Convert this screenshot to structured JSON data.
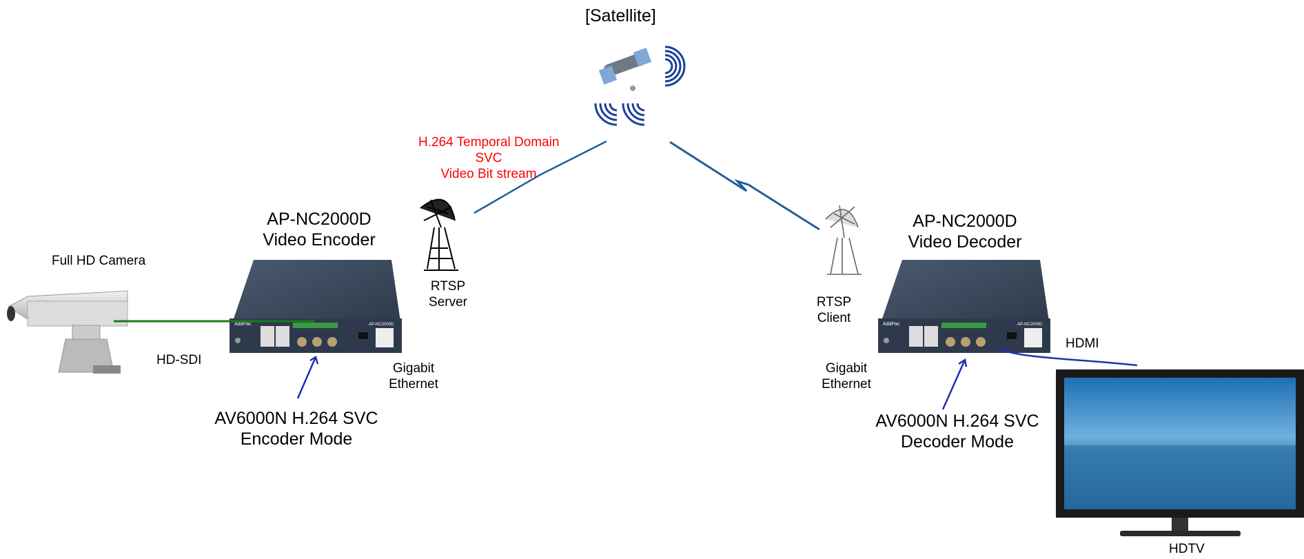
{
  "satellite": {
    "label": "[Satellite]"
  },
  "stream_label": {
    "line1": "H.264 Temporal Domain",
    "line2": "SVC",
    "line3": "Video Bit stream"
  },
  "encoder": {
    "model": "AP-NC2000D",
    "role": "Video Encoder",
    "brand": "AddPac",
    "panel_model": "AP-NC2000D"
  },
  "decoder": {
    "model": "AP-NC2000D",
    "role": "Video Decoder",
    "brand": "AddPac",
    "panel_model": "AP-NC2000D"
  },
  "camera": {
    "label": "Full HD Camera"
  },
  "rtsp_server": {
    "line1": "RTSP",
    "line2": "Server"
  },
  "rtsp_client": {
    "line1": "RTSP",
    "line2": "Client"
  },
  "hd_sdi": {
    "label": "HD-SDI"
  },
  "gigabit_enc": {
    "line1": "Gigabit",
    "line2": "Ethernet"
  },
  "gigabit_dec": {
    "line1": "Gigabit",
    "line2": "Ethernet"
  },
  "encoder_mode": {
    "line1": "AV6000N H.264 SVC",
    "line2": "Encoder Mode"
  },
  "decoder_mode": {
    "line1": "AV6000N H.264 SVC",
    "line2": "Decoder Mode"
  },
  "hdmi": {
    "label": "HDMI"
  },
  "hdtv": {
    "label": "HDTV"
  },
  "colors": {
    "link": "#1f5f9a",
    "sdi_cable": "#1a7a1a",
    "hdmi_cable": "#2233aa",
    "arrow": "#1f2fb0",
    "stream_text": "#ff0000"
  }
}
